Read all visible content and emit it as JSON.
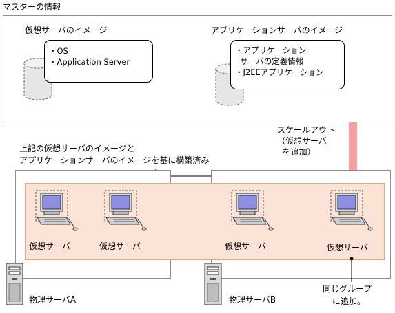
{
  "master": {
    "title": "マスターの情報",
    "vm_image": {
      "label": "仮想サーバのイメージ",
      "items": [
        "・OS",
        "・Application Server"
      ]
    },
    "app_image": {
      "label": "アプリケーションサーバのイメージ",
      "items": [
        "・アプリケーション",
        "  サーバの定義情報",
        "・J2EEアプリケーション"
      ]
    }
  },
  "scaleout": {
    "lines": [
      "スケールアウト",
      "（仮想サーバ",
      "  を追加）"
    ]
  },
  "built": {
    "lines": [
      "上記の仮想サーバのイメージと",
      "アプリケーションサーバのイメージを基に構築済み"
    ]
  },
  "vms": [
    "仮想サーバ",
    "仮想サーバ",
    "仮想サーバ",
    "仮想サーバ"
  ],
  "physical": [
    "物理サーバA",
    "物理サーバB"
  ],
  "group_note": [
    "同じグループ",
    "に追加。"
  ],
  "colors": {
    "group_fill": "#fbe4d5",
    "group_border": "#e6a87c",
    "arrow": "#f79e9e",
    "monitor_screen": "#8f8fe6",
    "panel_border": "#8c8c8c"
  }
}
